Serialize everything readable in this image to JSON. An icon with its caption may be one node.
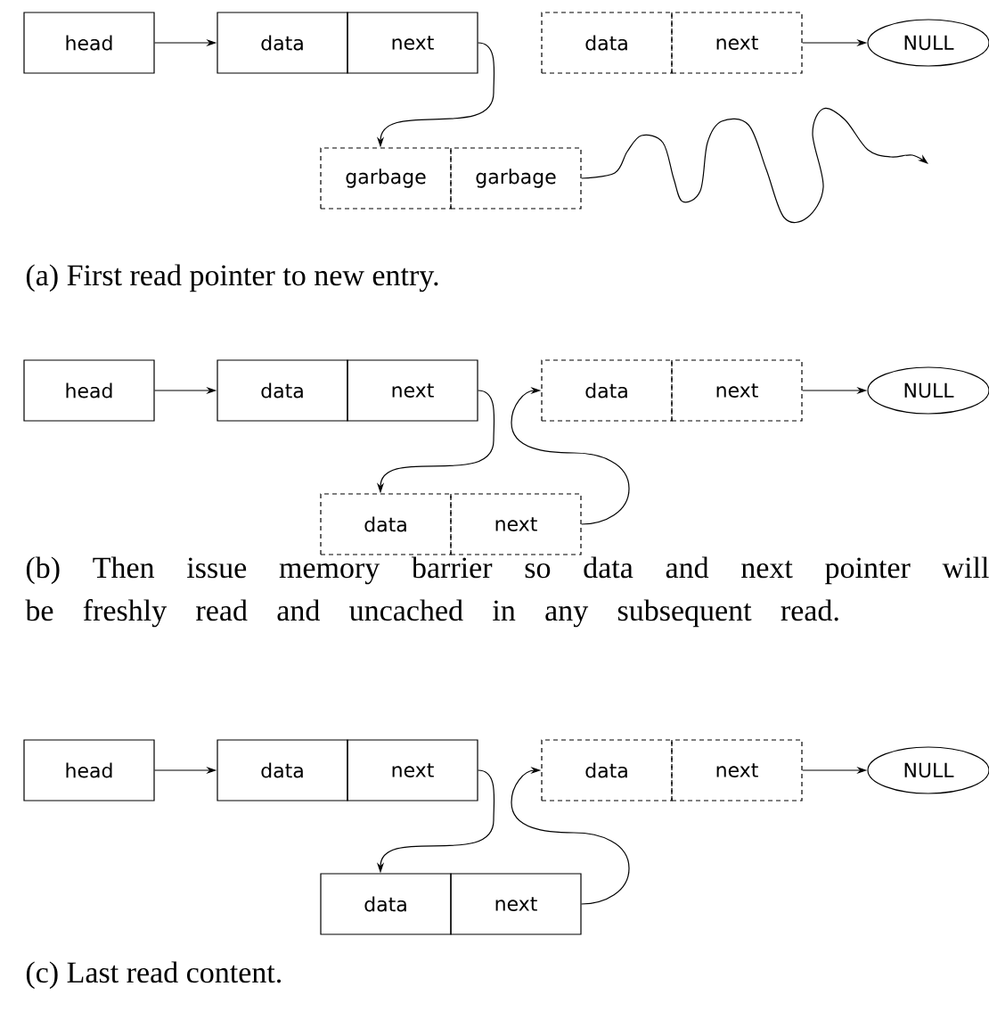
{
  "diagram": {
    "nodes": [
      {
        "text": [
          "head"
        ]
      },
      {
        "text": [
          "data"
        ]
      },
      {
        "text": [
          "next"
        ]
      },
      {
        "text": [
          "data"
        ]
      },
      {
        "text": [
          "next"
        ]
      },
      {
        "text": [
          "NULL"
        ]
      },
      {
        "text": [
          "garbage"
        ]
      },
      {
        "text": [
          "garbage"
        ]
      },
      {
        "text": [
          "head"
        ]
      },
      {
        "text": [
          "data"
        ]
      },
      {
        "text": [
          "next"
        ]
      },
      {
        "text": [
          "data"
        ]
      },
      {
        "text": [
          "next"
        ]
      },
      {
        "text": [
          "NULL"
        ]
      },
      {
        "text": [
          "data"
        ]
      },
      {
        "text": [
          "next"
        ]
      },
      {
        "text": [
          "head"
        ]
      },
      {
        "text": [
          "data"
        ]
      },
      {
        "text": [
          "next"
        ]
      },
      {
        "text": [
          "data"
        ]
      },
      {
        "text": [
          "next"
        ]
      },
      {
        "text": [
          "NULL"
        ]
      },
      {
        "text": [
          "data"
        ]
      },
      {
        "text": [
          "next"
        ]
      }
    ],
    "edges": [
      {
        "from": 0,
        "to": 1,
        "arrow": "to"
      },
      {
        "from": 2,
        "to": 6,
        "arrow": "to"
      },
      {
        "from": 4,
        "to": 5,
        "arrow": "to"
      },
      {
        "from": 7,
        "to": null,
        "arrow": "to"
      },
      {
        "from": 8,
        "to": 9,
        "arrow": "to"
      },
      {
        "from": 10,
        "to": 14,
        "arrow": "to"
      },
      {
        "from": 15,
        "to": 11,
        "arrow": "to"
      },
      {
        "from": 12,
        "to": 13,
        "arrow": "to"
      },
      {
        "from": 16,
        "to": 17,
        "arrow": "to"
      },
      {
        "from": 18,
        "to": 22,
        "arrow": "to"
      },
      {
        "from": 23,
        "to": 19,
        "arrow": "to"
      },
      {
        "from": 20,
        "to": 21,
        "arrow": "to"
      }
    ],
    "labels": [
      "(a) First read pointer to new entry.",
      "(b) Then issue memory barrier so data and next pointer will be freshly read and uncached in any subsequent read.",
      "(c) Last read content."
    ]
  }
}
